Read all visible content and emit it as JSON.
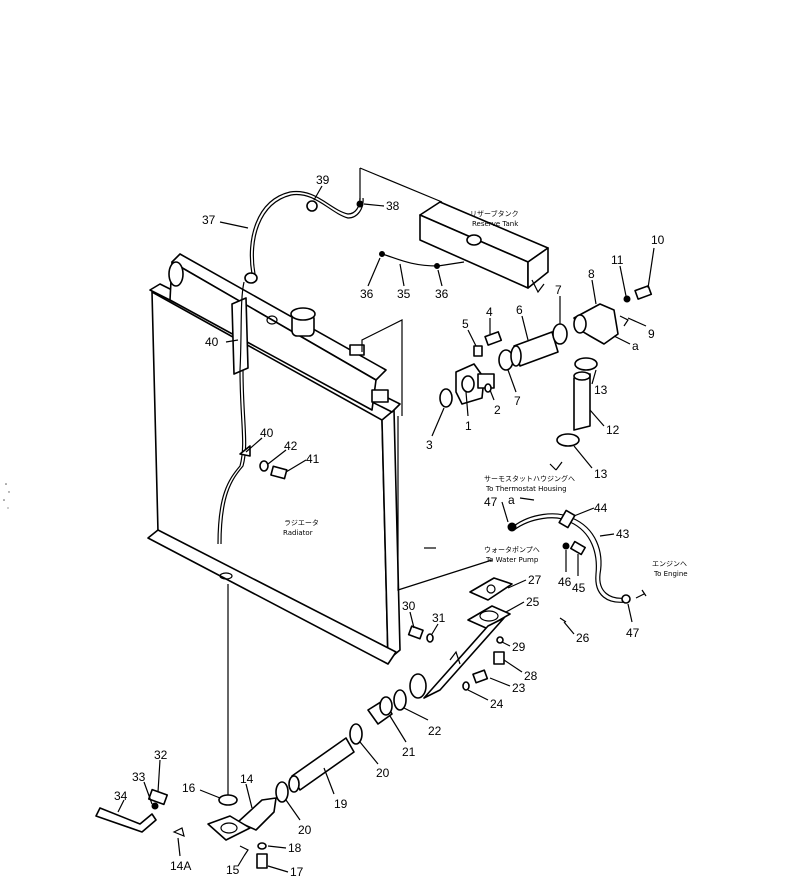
{
  "callouts": [
    "1",
    "2",
    "3",
    "4",
    "5",
    "6",
    "7",
    "7",
    "8",
    "9",
    "10",
    "11",
    "12",
    "13",
    "13",
    "14",
    "14A",
    "15",
    "16",
    "17",
    "18",
    "19",
    "20",
    "20",
    "21",
    "22",
    "23",
    "24",
    "25",
    "26",
    "27",
    "28",
    "29",
    "30",
    "31",
    "32",
    "33",
    "34",
    "36",
    "35",
    "36",
    "37",
    "38",
    "39",
    "40",
    "40",
    "41",
    "42",
    "43",
    "44",
    "45",
    "46",
    "47",
    "47"
  ],
  "text_notes": {
    "reserve_tank_jp": "リザーブタンク",
    "reserve_tank_en": "Reserve Tank",
    "thermostat_jp": "サーモスタットハウジングへ",
    "thermostat_en": "To Thermostat Housing",
    "water_pump_jp": "ウォータポンプへ",
    "water_pump_en": "To Water Pump",
    "engine_jp": "エンジンへ",
    "engine_en": "To Engine",
    "radiator_jp": "ラジエータ",
    "radiator_en": "Radiator",
    "ref_a1": "a",
    "ref_a2": "a"
  }
}
